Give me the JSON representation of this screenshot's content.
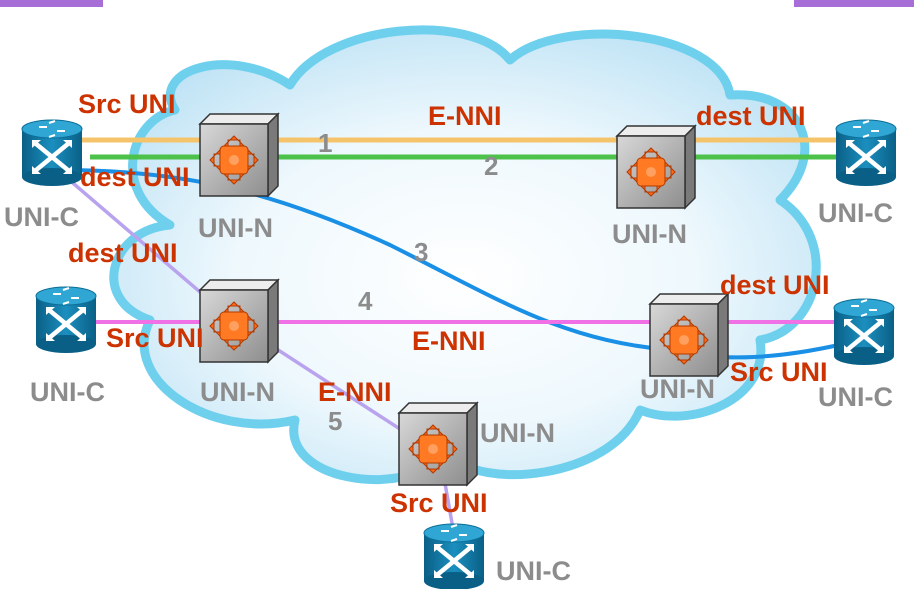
{
  "colors": {
    "line_1": "#f5c46a",
    "line_2": "#4cc24a",
    "line_3": "#1a8fe6",
    "line_4": "#f070e6",
    "line_5": "#b9a3ee",
    "label_red": "#cc3300",
    "label_gray": "#8c8c8c",
    "cloud_stroke": "#6fd0ee",
    "corner_bar": "#a86ed8"
  },
  "icons": {
    "client_router": "router-cross-arrows-icon",
    "network_switch": "switch-box-orange-cross-icon"
  },
  "connection_numbers": [
    "1",
    "2",
    "3",
    "4",
    "5"
  ],
  "labels": {
    "src_uni": "Src UNI",
    "dest_uni": "dest UNI",
    "e_nni": "E-NNI",
    "uni_n": "UNI-N",
    "uni_c": "UNI-C"
  }
}
